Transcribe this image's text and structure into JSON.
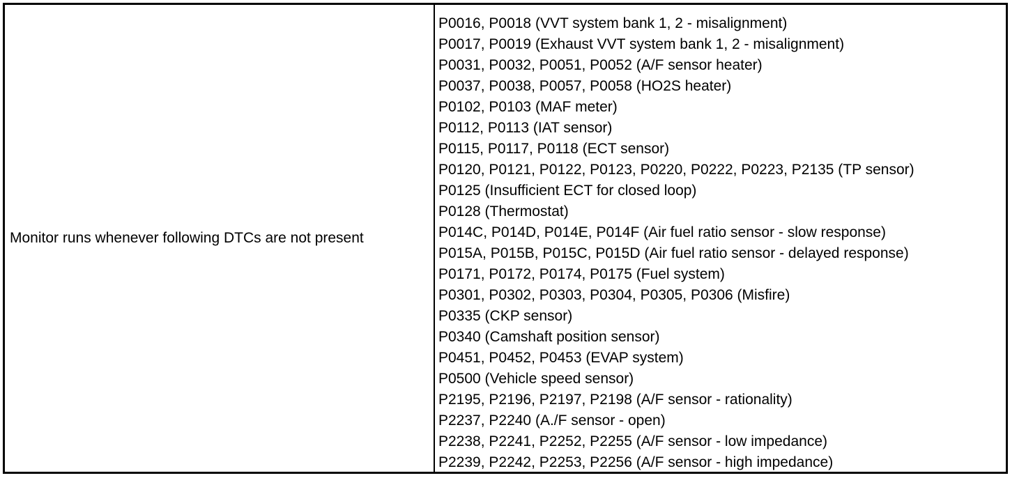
{
  "table": {
    "condition_label": "Monitor runs whenever following DTCs are not present",
    "dtcs": [
      "P0016, P0018 (VVT system bank 1, 2 - misalignment)",
      "P0017, P0019 (Exhaust VVT system bank 1, 2 - misalignment)",
      "P0031, P0032, P0051, P0052 (A/F sensor heater)",
      "P0037, P0038, P0057, P0058 (HO2S heater)",
      "P0102, P0103 (MAF meter)",
      "P0112, P0113 (IAT sensor)",
      "P0115, P0117, P0118 (ECT sensor)",
      "P0120, P0121, P0122, P0123, P0220, P0222, P0223, P2135 (TP sensor)",
      "P0125 (Insufficient ECT for closed loop)",
      "P0128 (Thermostat)",
      "P014C, P014D, P014E, P014F (Air fuel ratio sensor - slow response)",
      "P015A, P015B, P015C, P015D (Air fuel ratio sensor - delayed response)",
      "P0171, P0172, P0174, P0175 (Fuel system)",
      "P0301, P0302, P0303, P0304, P0305, P0306 (Misfire)",
      "P0335 (CKP sensor)",
      "P0340 (Camshaft position sensor)",
      "P0451, P0452, P0453 (EVAP system)",
      "P0500 (Vehicle speed sensor)",
      "P2195, P2196, P2197, P2198 (A/F sensor - rationality)",
      "P2237, P2240 (A./F sensor - open)",
      "P2238, P2241, P2252, P2255 (A/F sensor - low impedance)",
      "P2239, P2242, P2253, P2256 (A/F sensor - high impedance)"
    ]
  }
}
